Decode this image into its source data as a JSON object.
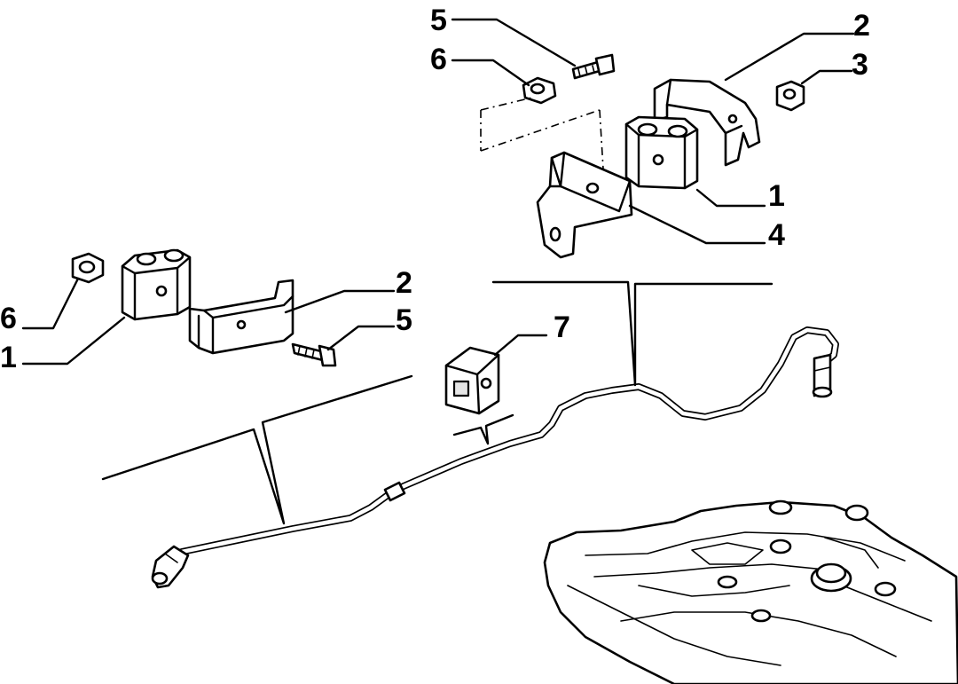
{
  "diagram": {
    "callouts": {
      "top_5": "5",
      "top_6": "6",
      "top_2": "2",
      "top_3": "3",
      "top_1": "1",
      "top_4": "4",
      "left_6": "6",
      "left_1": "1",
      "left_2": "2",
      "left_5": "5",
      "mid_7": "7"
    }
  }
}
